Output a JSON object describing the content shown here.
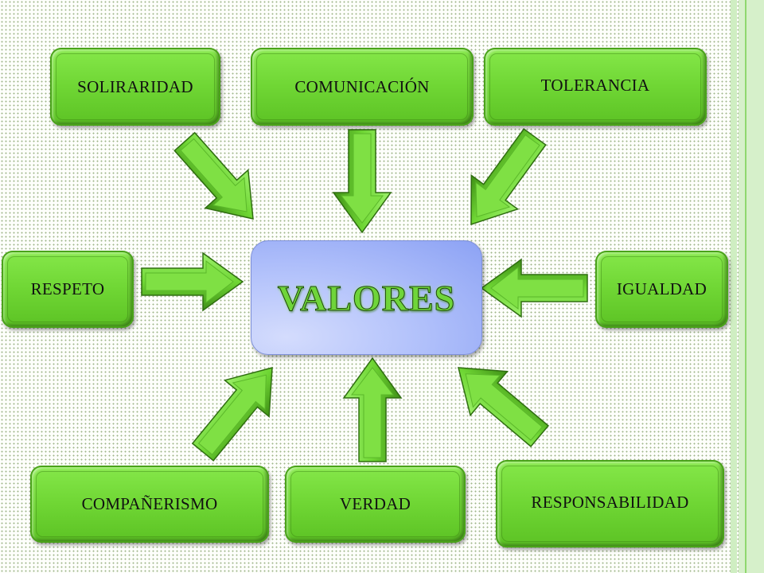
{
  "center": {
    "label": "VALORES"
  },
  "values": [
    {
      "label": "SOLIRARIDAD"
    },
    {
      "label": "COMUNICACIÓN"
    },
    {
      "label": "TOLERANCIA"
    },
    {
      "label": "RESPETO"
    },
    {
      "label": "IGUALDAD"
    },
    {
      "label": "COMPAÑERISMO"
    },
    {
      "label": "VERDAD"
    },
    {
      "label": "RESPONSABILIDAD"
    }
  ],
  "colors": {
    "box": "#6fd634",
    "center": "#b4c3fb",
    "arrow": "#72d63a"
  }
}
